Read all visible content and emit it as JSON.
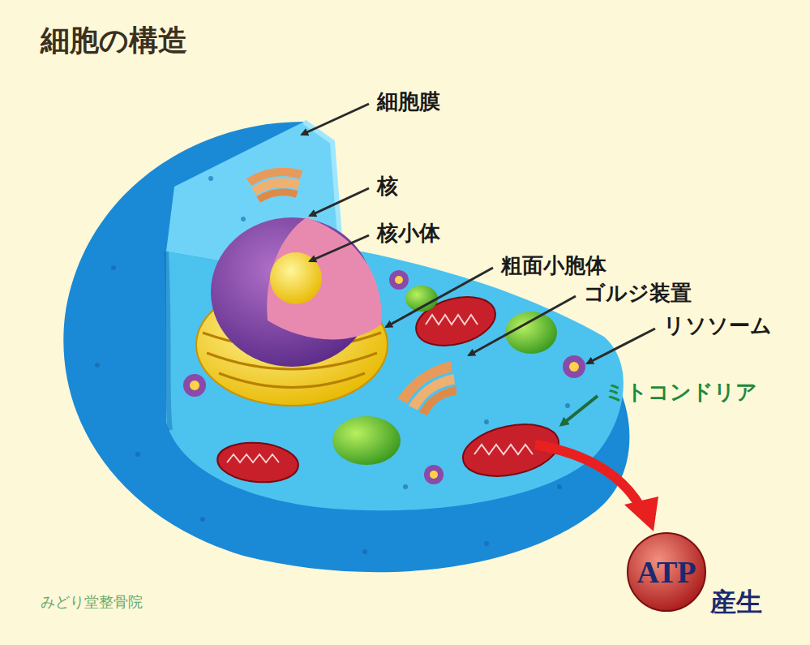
{
  "diagram": {
    "title": "細胞の構造",
    "nodes": [
      {
        "text": [
          "ATP"
        ]
      }
    ],
    "labels": [
      "細胞膜",
      "核",
      "核小体",
      "粗面小胞体",
      "ゴルジ装置",
      "リソソーム",
      "ミトコンドリア",
      "産生",
      "みどり堂整骨院"
    ]
  }
}
